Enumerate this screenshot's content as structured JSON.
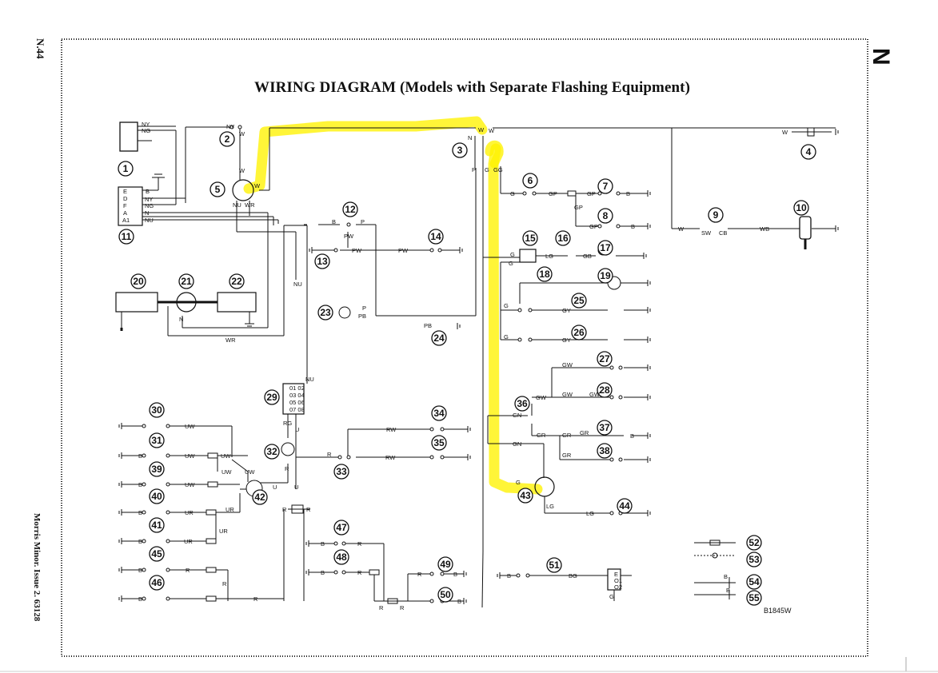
{
  "page": {
    "side_label_top": "N.44",
    "side_label_bottom": "Morris Minor.  Issue 2.  63128",
    "section_letter": "N",
    "title": "WIRING DIAGRAM (Models with Separate Flashing Equipment)",
    "drawing_ref": "B1845W",
    "highlight_color": "#fff200",
    "line_color": "#111111"
  },
  "components": [
    "1",
    "2",
    "3",
    "4",
    "5",
    "6",
    "7",
    "8",
    "9",
    "10",
    "11",
    "12",
    "13",
    "14",
    "15",
    "16",
    "17",
    "18",
    "19",
    "20",
    "21",
    "22",
    "23",
    "24",
    "25",
    "26",
    "27",
    "28",
    "29",
    "30",
    "31",
    "32",
    "33",
    "34",
    "35",
    "36",
    "37",
    "38",
    "39",
    "40",
    "41",
    "42",
    "43",
    "44",
    "45",
    "46",
    "47",
    "48",
    "49",
    "50",
    "51",
    "52",
    "53",
    "54",
    "55"
  ],
  "wire_labels": {
    "sw2_top": "NY",
    "sw2_w": "W",
    "ign_w": "W",
    "ign_nu": "NU",
    "ign_wr": "WR",
    "ign_in": "W",
    "reg_e": "E",
    "reg_d": "D",
    "reg_f": "F",
    "reg_a": "A",
    "reg_a1": "A1",
    "reg_b": "B",
    "reg_ny": "NY",
    "reg_ng": "NG",
    "reg_n": "N",
    "reg_nu": "NU",
    "gen_ny": "NY",
    "gen_ng": "NG",
    "fuse_n": "N",
    "fuse_p": "P",
    "fuse_g": "G",
    "fuse_gg": "GG",
    "fuse_w_in": "W",
    "fuse_w_out": "W",
    "horn_w": "W",
    "c6_g": "G",
    "c6_gp": "GP",
    "c7_gp": "GP",
    "c7_b": "B",
    "c8_gp": "GP",
    "c8_b": "B",
    "c8_gp_v": "GP",
    "c9_w": "W",
    "c9_sw": "SW",
    "c9_cb": "CB",
    "c9_wb": "WB",
    "c12_b": "B",
    "c12_p": "P",
    "c12_pw": "PW",
    "c13_pw": "PW",
    "c13_pw2": "PW",
    "c15_g": "G",
    "c15_lg": "LG",
    "c16_gb": "GB",
    "c15_g2": "G",
    "c21_n": "N",
    "c21_wr": "WR",
    "c22_nu": "NU",
    "c23_p": "P",
    "c23_pb": "PB",
    "c24_pb": "PB",
    "c25_g": "G",
    "c25_gy": "GY",
    "c26_g": "G",
    "c26_gy": "GY",
    "c27_gw": "GW",
    "c28_gw": "GW",
    "c28_gw2": "GW",
    "c36_gw": "GW",
    "c36_gn": "GN",
    "c36_gn2": "GN",
    "c37_gr": "GR",
    "c37_gr2": "GR",
    "c37_gr3": "GR",
    "c37_b": "B",
    "c38_gr": "GR",
    "c29_nu": "NU",
    "c29_rg": "RG",
    "c29_u": "U",
    "c32_r": "R",
    "c32_u": "U",
    "c33_r": "R",
    "c34_rw": "RW",
    "c35_rw": "RW",
    "c30_uw": "UW",
    "c31_b": "B",
    "c31_uw": "UW",
    "c31_uw2": "UW",
    "c31_uw3": "UW",
    "c39_b": "B",
    "c39_uw": "UW",
    "c39_uw2": "UW",
    "c40_b": "B",
    "c40_ur": "UR",
    "c40_ur2": "UR",
    "c41_ur": "UR",
    "c41_b": "B",
    "c41_ur2": "UR",
    "c45_b": "B",
    "c45_r": "R",
    "c46_b": "B",
    "c46_r": "R",
    "c46_r2": "R",
    "c42_u": "U",
    "c42_r": "R",
    "c42_r2": "R",
    "c43_g": "G",
    "c43_lg": "LG",
    "c44_lg": "LG",
    "c47_b": "B",
    "c47_r": "R",
    "c48_b": "B",
    "c48_r": "R",
    "c49_r": "R",
    "c49_b": "B",
    "c50_r": "R",
    "c50_r2": "R",
    "c50_b": "B",
    "c51_b": "B",
    "c51_bg": "BG",
    "c51_g": "G",
    "c51_e": "E",
    "c51_o1": "O1",
    "c51_o2": "O2",
    "c29_t1": "01 02",
    "c29_t2": "03 04",
    "c29_t3": "05 06",
    "c29_t4": "07 08",
    "k54_b": "B",
    "k54_b2": "B"
  }
}
